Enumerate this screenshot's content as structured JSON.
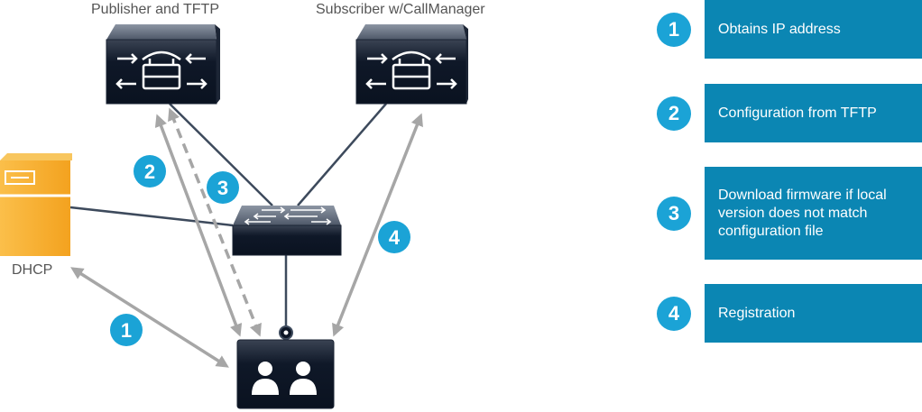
{
  "devices": {
    "publisher_label": "Publisher and TFTP",
    "subscriber_label": "Subscriber w/CallManager",
    "dhcp_label": "DHCP"
  },
  "steps": [
    {
      "number": "1",
      "label": "Obtains IP address"
    },
    {
      "number": "2",
      "label": "Configuration from TFTP"
    },
    {
      "number": "3",
      "label": "Download firmware if local version does not match configuration file"
    },
    {
      "number": "4",
      "label": "Registration"
    }
  ],
  "colors": {
    "step_badge": "#1ba3d6",
    "step_box": "#0b86b3",
    "arrow": "#a6a6a6",
    "link_line": "#3d4a5c",
    "device_dark": "#0d1626",
    "dhcp_server": "#f5a623"
  }
}
